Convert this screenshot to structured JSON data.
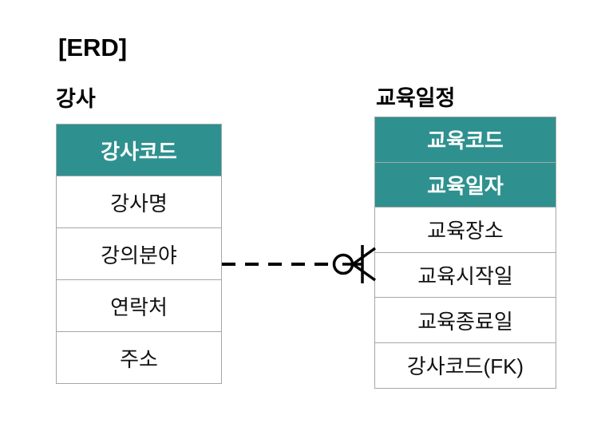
{
  "title": "[ERD]",
  "colors": {
    "background": "#FFFFFF",
    "header_bg": "#2E918F",
    "header_text": "#FFFFFF",
    "body_text": "#111111",
    "border": "#A6A6A6",
    "line": "#000000"
  },
  "entities": [
    {
      "label": "강사",
      "pk_fields": [
        "강사코드"
      ],
      "fields": [
        "강사명",
        "강의분야",
        "연락처",
        "주소"
      ]
    },
    {
      "label": "교육일정",
      "pk_fields": [
        "교육코드",
        "교육일자"
      ],
      "fields": [
        "교육장소",
        "교육시작일",
        "교육종료일",
        "강사코드(FK)"
      ]
    }
  ],
  "relationship": {
    "from": "강사",
    "to": "교육일정",
    "line_style": "dashed",
    "cardinality": "zero-or-many"
  }
}
